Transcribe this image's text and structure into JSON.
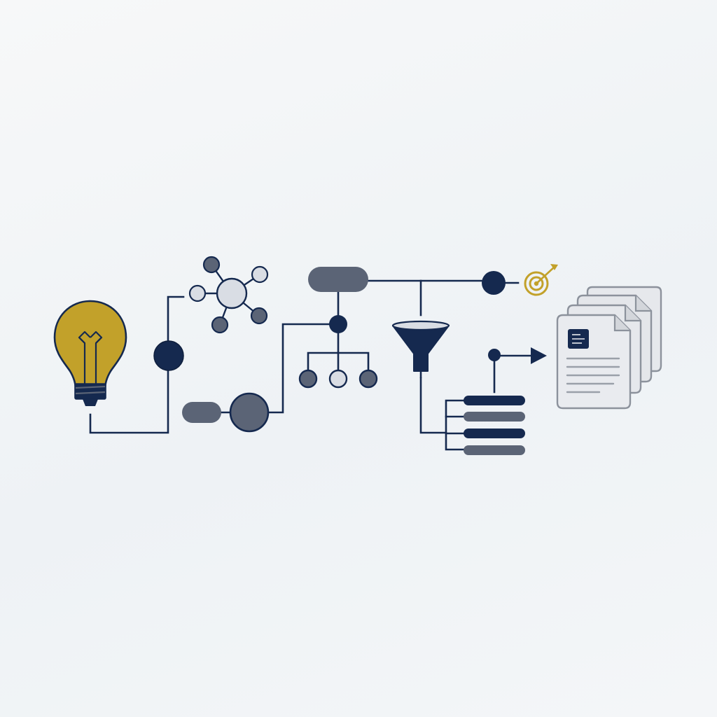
{
  "diagram": {
    "type": "process-flow",
    "stages": [
      {
        "id": "idea",
        "icon": "lightbulb-icon"
      },
      {
        "id": "network",
        "icon": "network-hub-icon"
      },
      {
        "id": "input",
        "icon": "pill-node-icon"
      },
      {
        "id": "hierarchy",
        "icon": "hierarchy-icon"
      },
      {
        "id": "filter",
        "icon": "funnel-icon"
      },
      {
        "id": "goal",
        "icon": "target-icon"
      },
      {
        "id": "data",
        "icon": "stacked-bars-icon"
      },
      {
        "id": "output",
        "icon": "documents-icon"
      }
    ],
    "connections": [
      {
        "from": "idea",
        "to": "network"
      },
      {
        "from": "network",
        "to": "input"
      },
      {
        "from": "input",
        "to": "hierarchy"
      },
      {
        "from": "hierarchy",
        "to": "filter"
      },
      {
        "from": "filter",
        "to": "goal"
      },
      {
        "from": "filter",
        "to": "data"
      },
      {
        "from": "data",
        "to": "output"
      }
    ]
  },
  "colors": {
    "navy": "#15294f",
    "slate": "#5b6476",
    "light-node": "#d9dde4",
    "gold": "#c2a12a",
    "paper": "#e9ebef",
    "paper-border": "#8c929c",
    "doc-line": "#9aa0a9"
  }
}
